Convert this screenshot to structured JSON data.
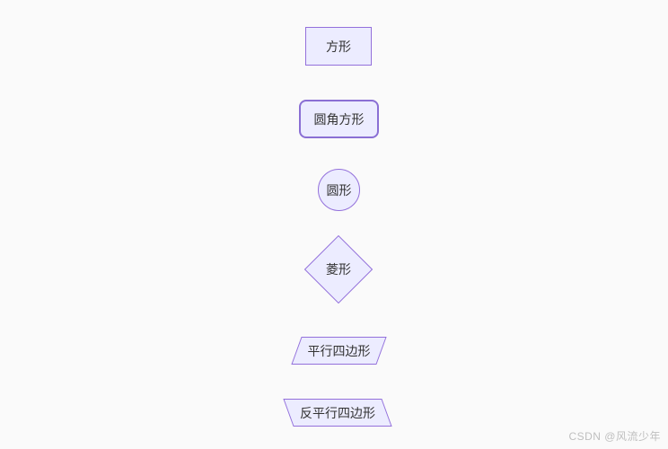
{
  "diagram": {
    "background": "#fafafa",
    "node_fill": "#ECECFF",
    "node_stroke": "#9370DB",
    "nodes": [
      {
        "type": "rectangle",
        "label": "方形"
      },
      {
        "type": "rounded-rectangle",
        "label": "圆角方形"
      },
      {
        "type": "circle",
        "label": "圆形"
      },
      {
        "type": "diamond",
        "label": "菱形"
      },
      {
        "type": "parallelogram",
        "label": "平行四边形"
      },
      {
        "type": "parallelogram-alt",
        "label": "反平行四边形"
      }
    ]
  },
  "watermark": {
    "text": "CSDN @风流少年"
  }
}
